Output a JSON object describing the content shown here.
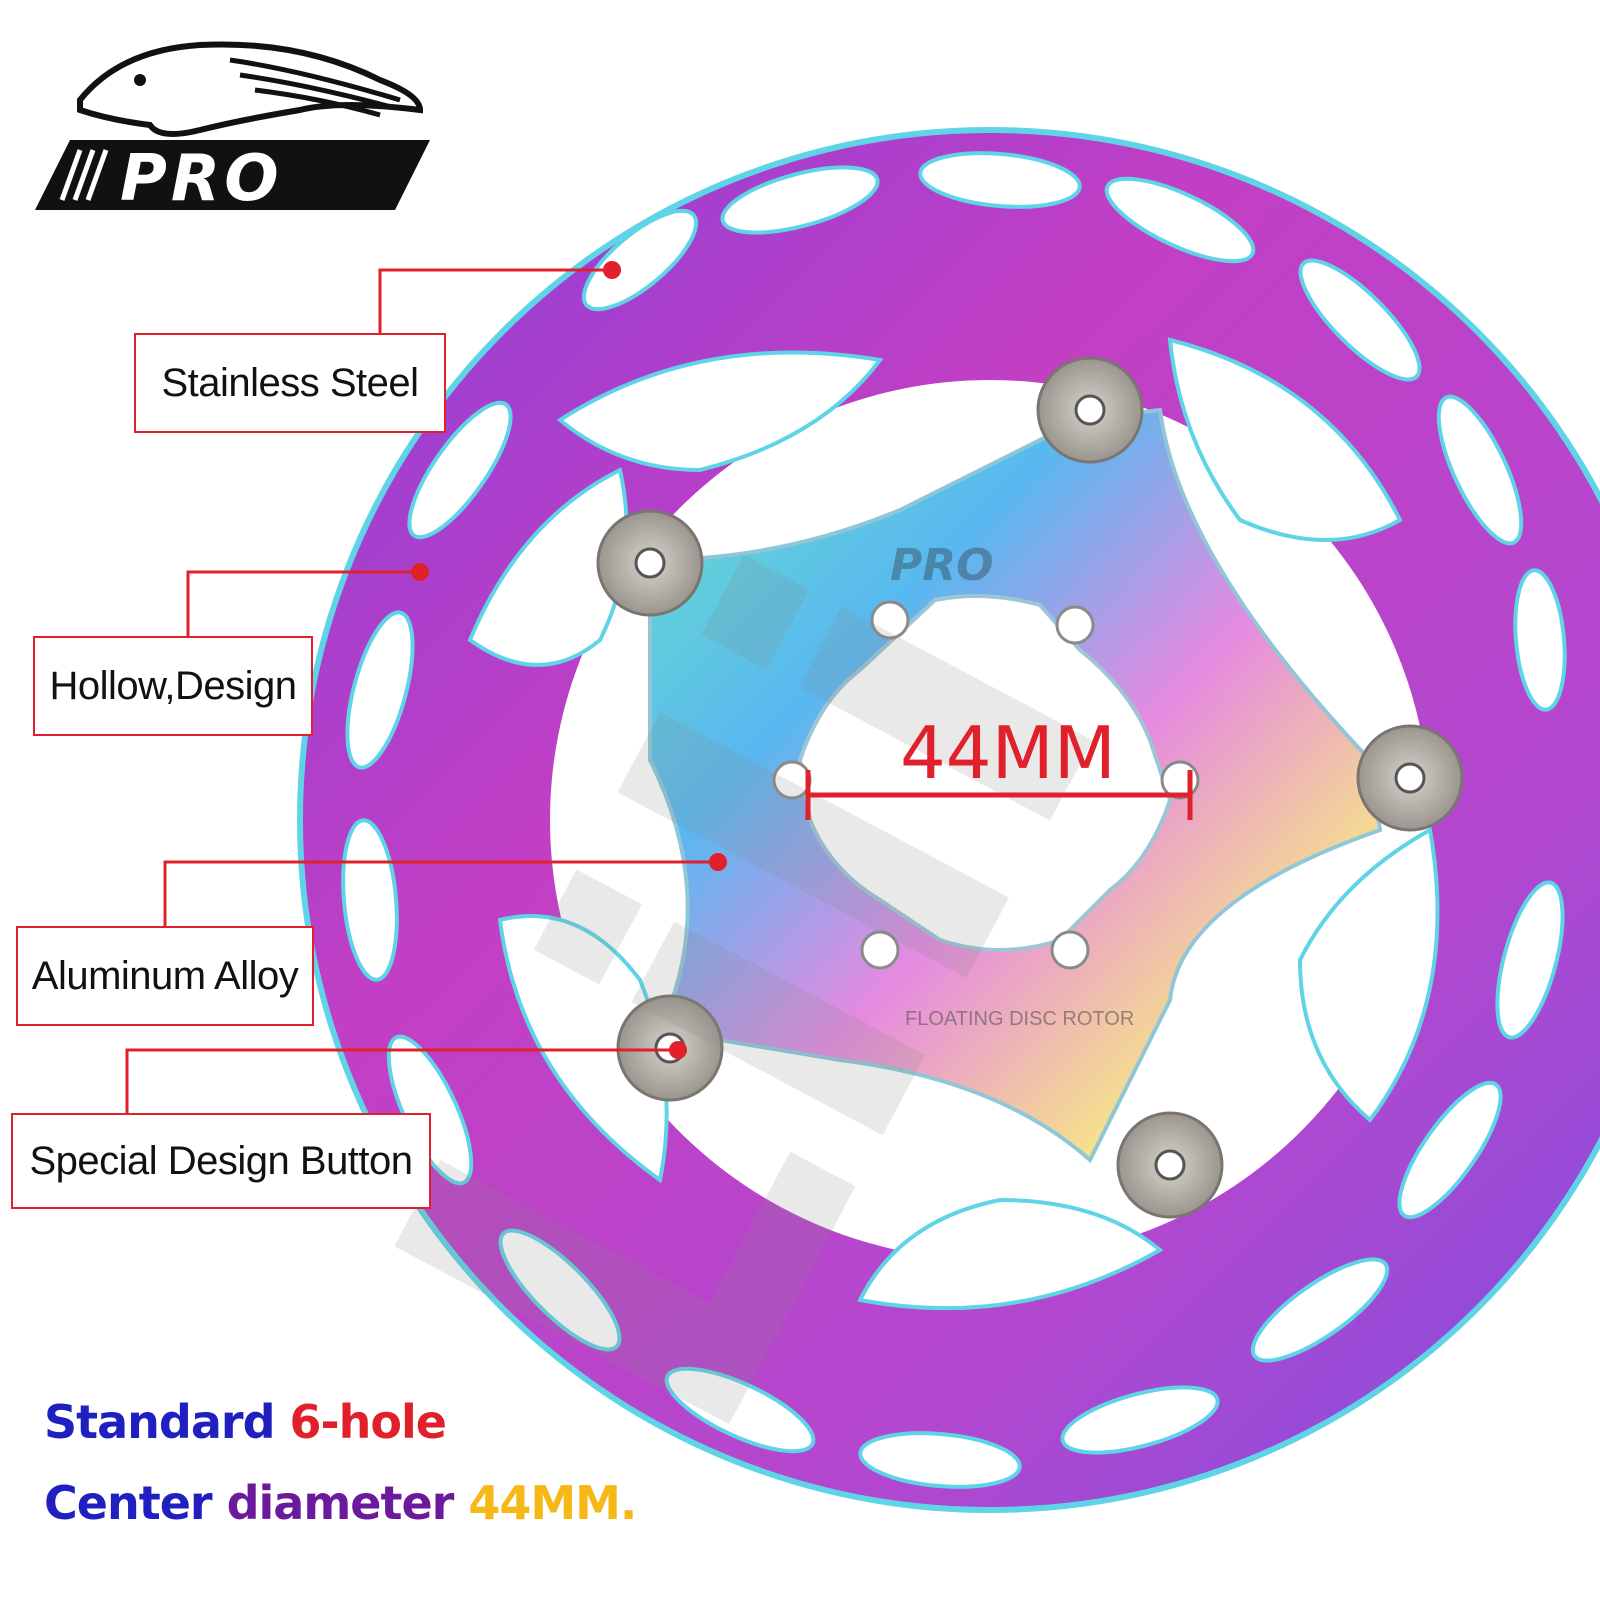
{
  "brand": {
    "logo_text": "PRO",
    "logo_mascot": "panther-logo"
  },
  "callouts": {
    "stainless_steel": "Stainless Steel",
    "hollow_design": "Hollow,Design",
    "aluminum_alloy": "Aluminum Alloy",
    "special_button": "Special Design Button"
  },
  "measurement": {
    "center_diameter_label": "44MM"
  },
  "rotor_print": {
    "spider_logo": "PRO",
    "floating_text": "FLOATING DISC ROTOR"
  },
  "captions": {
    "line1_a": "Standard ",
    "line1_b": "6-hole",
    "line2_a": "Center ",
    "line2_b": "diameter ",
    "line2_c": "44MM."
  },
  "watermark": "Lili",
  "colors": {
    "callout_red": "#e0202a",
    "rotor_pink": "#c23fc4",
    "rotor_cyan": "#5fd4e6",
    "caption_blue": "#2020c0",
    "caption_orange": "#f07a10"
  }
}
